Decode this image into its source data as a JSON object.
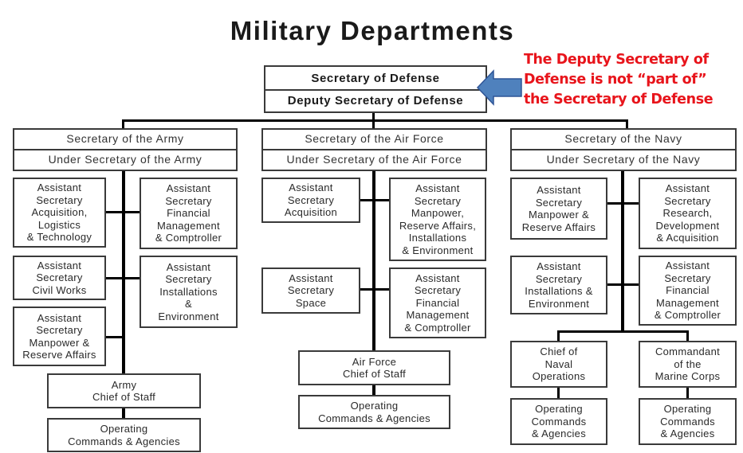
{
  "title": "Military Departments",
  "annotation": {
    "lines": [
      "The Deputy Secretary of",
      "Defense is not “part of”",
      "the Secretary of Defense"
    ],
    "color": "#e8141b",
    "arrow_color": "#4f81bd",
    "arrow_icon": "left-arrow-icon"
  },
  "top": {
    "secretary": "Secretary of Defense",
    "deputy": "Deputy Secretary of Defense"
  },
  "army": {
    "secretary": "Secretary of the Army",
    "under": "Under Secretary of the Army",
    "asst": [
      "Assistant\nSecretary\nAcquisition,\nLogistics\n& Technology",
      "Assistant\nSecretary\nFinancial\nManagement\n& Comptroller",
      "Assistant\nSecretary\nCivil Works",
      "Assistant\nSecretary\nInstallations\n&\nEnvironment",
      "Assistant\nSecretary\nManpower &\nReserve Affairs"
    ],
    "chief": "Army\nChief of Staff",
    "operating": "Operating\nCommands & Agencies"
  },
  "airforce": {
    "secretary": "Secretary of the Air Force",
    "under": "Under Secretary of the Air Force",
    "asst": [
      "Assistant\nSecretary\nAcquisition",
      "Assistant\nSecretary\nManpower,\nReserve Affairs,\nInstallations\n& Environment",
      "Assistant\nSecretary\nSpace",
      "Assistant\nSecretary\nFinancial\nManagement\n& Comptroller"
    ],
    "chief": "Air Force\nChief of Staff",
    "operating": "Operating\nCommands & Agencies"
  },
  "navy": {
    "secretary": "Secretary of the Navy",
    "under": "Under Secretary of the Navy",
    "asst": [
      "Assistant\nSecretary\nManpower &\nReserve Affairs",
      "Assistant\nSecretary\nResearch,\nDevelopment\n& Acquisition",
      "Assistant\nSecretary\nInstallations &\nEnvironment",
      "Assistant\nSecretary\nFinancial\nManagement\n& Comptroller"
    ],
    "cno": "Chief of\nNaval\nOperations",
    "cmc": "Commandant\nof the\nMarine Corps",
    "operating_navy": "Operating\nCommands\n& Agencies",
    "operating_marines": "Operating\nCommands\n& Agencies"
  }
}
